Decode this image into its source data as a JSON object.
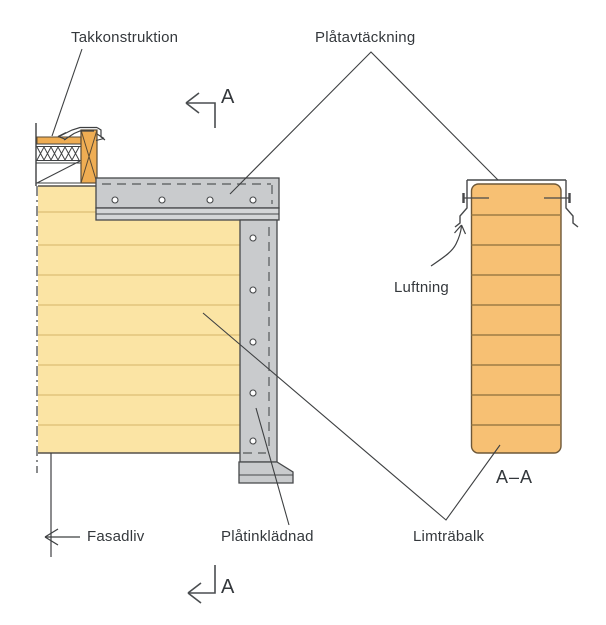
{
  "diagram": {
    "type": "construction-detail-drawing",
    "labels": {
      "takkonstruktion": "Takkonstruktion",
      "platavtackning": "Plåtavtäckning",
      "luftning": "Luftning",
      "fasadliv": "Fasadliv",
      "platinkladnad": "Plåtinklädnad",
      "limtrabalk": "Limträbalk"
    },
    "section_markers": {
      "top_label": "A",
      "bottom_label": "A",
      "section_view_title": "A–A"
    },
    "colors": {
      "glulam_light": "#FBE4A4",
      "glulam_lamination_light": "#DCBE74",
      "glulam_orange": "#F7C073",
      "glulam_edge_dark": "#6E5838",
      "glulam_lamination_dark": "#9E7C44",
      "wood_blocking": "#EFAD53",
      "wood_edge": "#5A4A33",
      "sheet_metal": "#C9CBCD",
      "sheet_metal_band": "#D4D6D8",
      "metal_edge": "#46484A",
      "line": "#3E4042",
      "text": "#34383C",
      "background": "#FFFFFF"
    }
  }
}
